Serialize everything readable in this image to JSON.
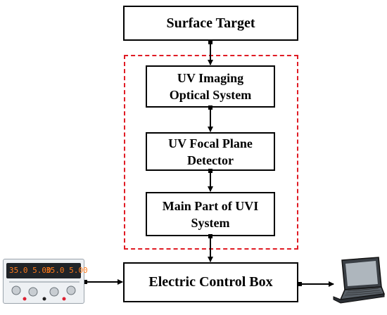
{
  "diagram": {
    "nodes": {
      "surface_target": "Surface Target",
      "uv_imaging": [
        "UV Imaging",
        "Optical System"
      ],
      "focal_plane": [
        "UV Focal Plane",
        "Detector"
      ],
      "main_part": [
        "Main Part of UVI",
        "System"
      ],
      "electric_control_box": "Electric Control Box"
    },
    "power_supply": {
      "display_left": "35.0 5.00",
      "display_right": "35.0 5.00"
    },
    "colors": {
      "border": "#000000",
      "dashed_group": "#e01b24",
      "psu_digits": "#ff7a1a"
    },
    "icons": [
      "dc-power-supply-icon",
      "laptop-icon"
    ]
  }
}
